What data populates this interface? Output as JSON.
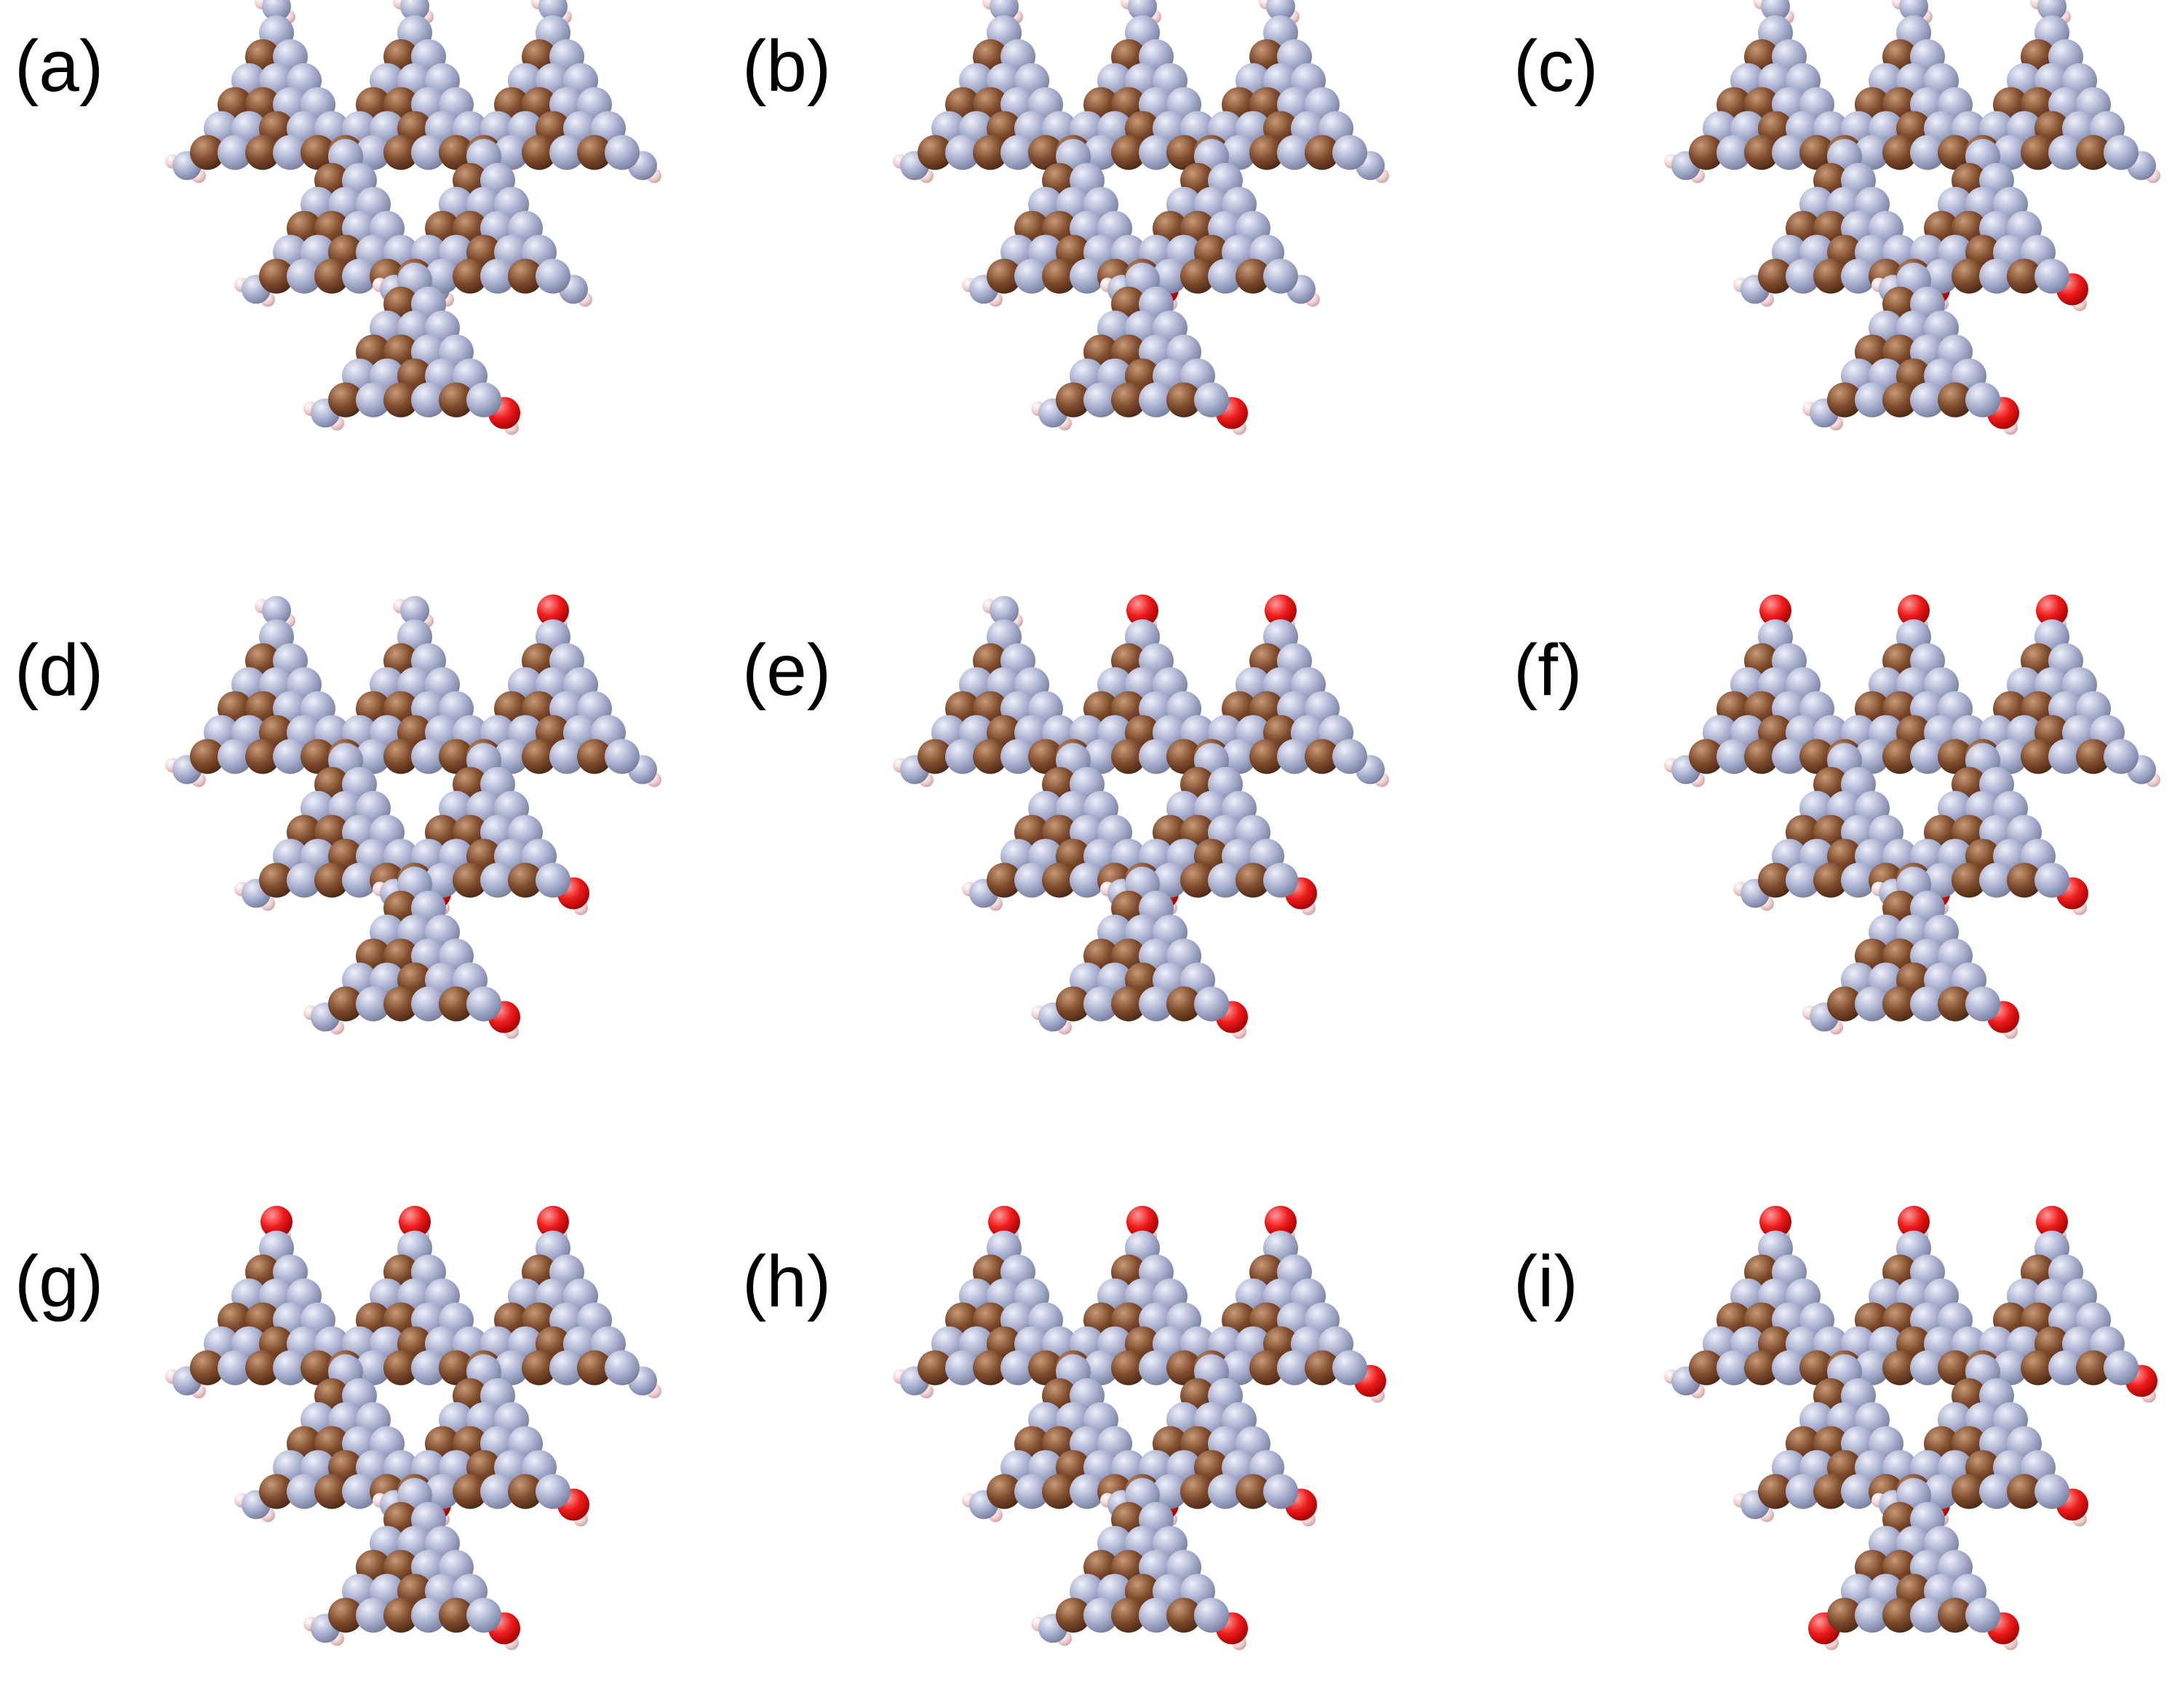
{
  "panels": [
    {
      "label": "(a)",
      "oh_sites": [
        "b4"
      ]
    },
    {
      "label": "(b)",
      "oh_sites": [
        "b4",
        "l4"
      ]
    },
    {
      "label": "(c)",
      "oh_sites": [
        "b4",
        "l4",
        "r4"
      ]
    },
    {
      "label": "(d)",
      "oh_sites": [
        "b4",
        "l4",
        "r4",
        "r1"
      ]
    },
    {
      "label": "(e)",
      "oh_sites": [
        "b4",
        "l4",
        "r4",
        "r1",
        "m1"
      ]
    },
    {
      "label": "(f)",
      "oh_sites": [
        "b4",
        "l4",
        "r4",
        "r1",
        "m1",
        "t1"
      ]
    },
    {
      "label": "(g)",
      "oh_sites": [
        "b4",
        "l4",
        "r4",
        "r1",
        "m1",
        "t1",
        "t3"
      ]
    },
    {
      "label": "(h)",
      "oh_sites": [
        "b4",
        "l4",
        "r4",
        "r1",
        "m1",
        "t1",
        "t3",
        "r3"
      ]
    },
    {
      "label": "(i)",
      "oh_sites": [
        "b4",
        "l4",
        "r4",
        "r1",
        "m1",
        "t1",
        "t3",
        "r3",
        "b3"
      ]
    }
  ],
  "legend_colors": {
    "carbon": "#7e4a2c",
    "nitrogen": "#a9b0cf",
    "oxygen": "#ee1c1c",
    "hydrogen": "#f0cfcf"
  }
}
